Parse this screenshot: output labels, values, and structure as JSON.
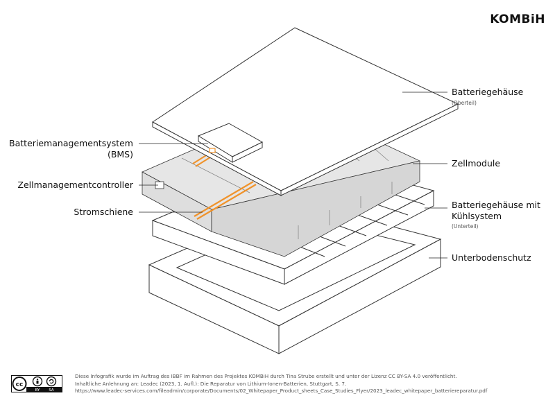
{
  "logo": {
    "text": "KOMBiH"
  },
  "labels": {
    "top_housing": "Batteriegehäuse",
    "top_housing_sub": "(Oberteil)",
    "bms_line1": "Batteriemanagementsystem",
    "bms_line2": "(BMS)",
    "cell_modules": "Zellmodule",
    "cell_controller": "Zellmanagementcontroller",
    "busbar": "Stromschiene",
    "bottom_housing_line1": "Batteriegehäuse mit",
    "bottom_housing_line2": "Kühlsystem",
    "bottom_housing_sub": "(Unterteil)",
    "underbody": "Unterbodenschutz"
  },
  "footer": {
    "line1": "Diese Infografik wurde im Auftrag des  IBBF im Rahmen des Projektes KOMBiH durch Tina Strube erstellt und unter der Lizenz CC BY-SA 4.0 veröffentlicht.",
    "line2": "Inhaltliche Anlehnung an: Leadec (2023, 1. Aufl.): Die Reparatur von Lithium-Ionen-Batterien, Stuttgart, S. 7.",
    "line3": "https://www.leadec-services.com/fileadmin/corporate/Documents/02_Whitepaper_Product_sheets_Case_Studies_Flyer/2023_leadec_whitepaper_batteriereparatur.pdf"
  },
  "license_badge": {
    "by": "BY",
    "sa": "SA"
  },
  "colors": {
    "line": "#333333",
    "module_fill": "#e6e6e6",
    "busbar": "#f0932b",
    "leader": "#222222"
  }
}
